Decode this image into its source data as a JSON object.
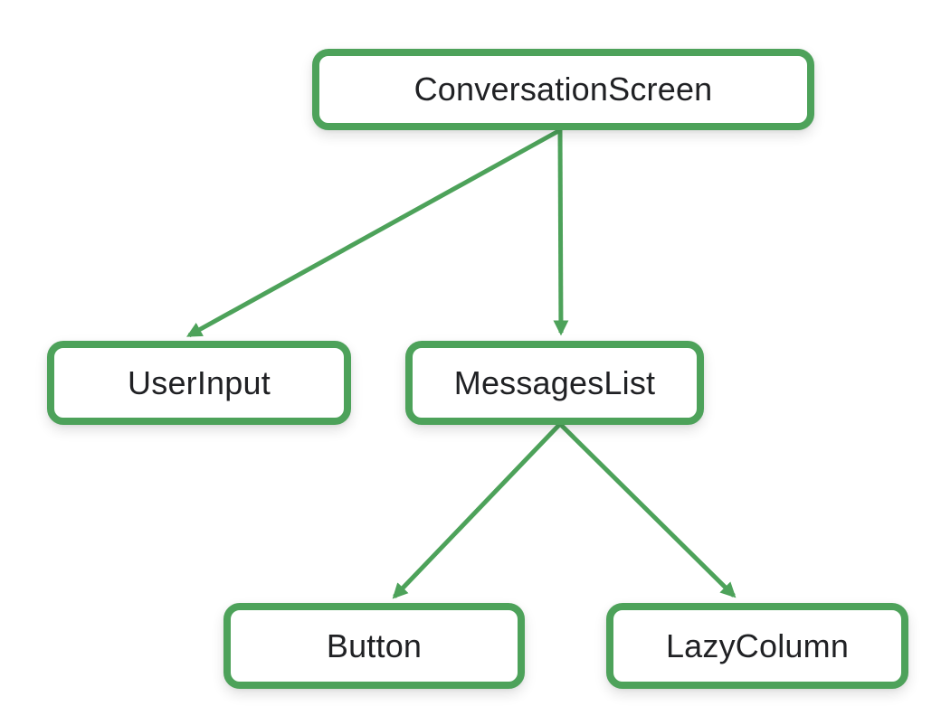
{
  "diagram": {
    "type": "tree",
    "description": "Jetpack Compose UI component hierarchy tree",
    "nodes": [
      {
        "id": "conversation-screen",
        "label": "ConversationScreen",
        "level": 0
      },
      {
        "id": "user-input",
        "label": "UserInput",
        "level": 1
      },
      {
        "id": "messages-list",
        "label": "MessagesList",
        "level": 1
      },
      {
        "id": "button",
        "label": "Button",
        "level": 2
      },
      {
        "id": "lazy-column",
        "label": "LazyColumn",
        "level": 2
      }
    ],
    "edges": [
      {
        "from": "ConversationScreen",
        "to": "UserInput"
      },
      {
        "from": "ConversationScreen",
        "to": "MessagesList"
      },
      {
        "from": "MessagesList",
        "to": "Button"
      },
      {
        "from": "MessagesList",
        "to": "LazyColumn"
      }
    ],
    "colors": {
      "node_border": "#4da25a",
      "arrow": "#4da25a",
      "node_fill": "#ffffff",
      "text": "#202124",
      "background": "#ffffff"
    }
  }
}
